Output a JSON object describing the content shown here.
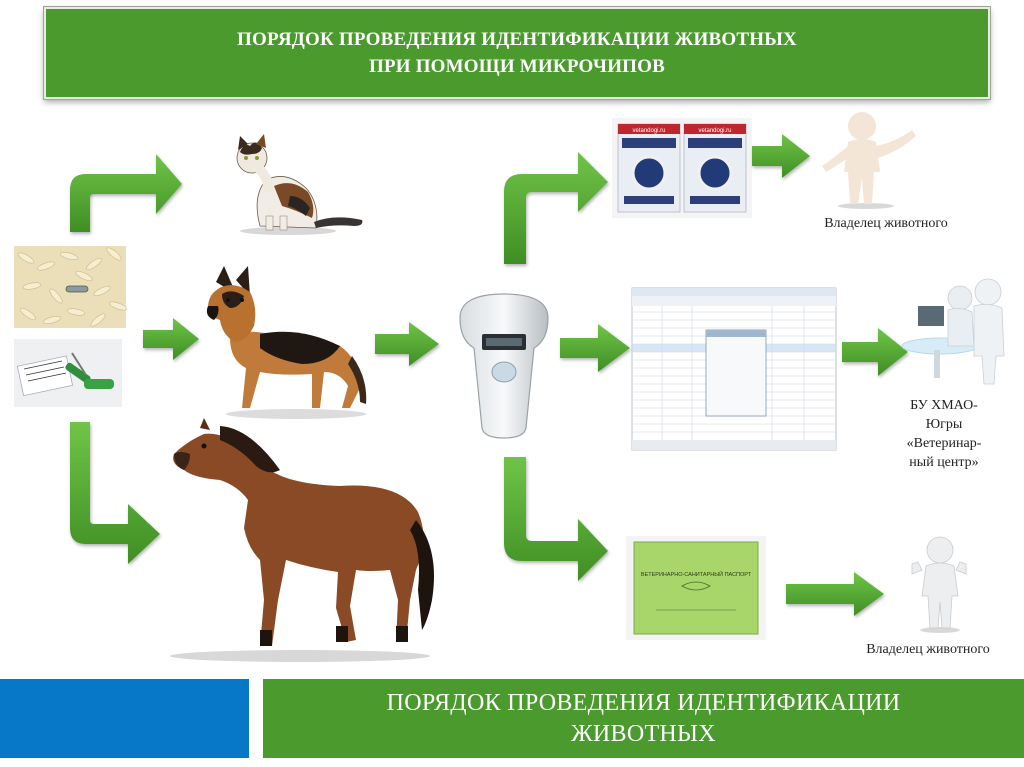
{
  "header": {
    "title_line1": "ПОРЯДОК ПРОВЕДЕНИЯ ИДЕНТИФИКАЦИИ ЖИВОТНЫХ",
    "title_line2": "ПРИ ПОМОЩИ МИКРОЧИПОВ"
  },
  "recipients": {
    "owner_top": "Владелец животного",
    "vet_center_line1": "БУ ХМАО-",
    "vet_center_line2": "Югры",
    "vet_center_line3": "«Ветеринар-",
    "vet_center_line4": "ный центр»",
    "owner_bottom": "Владелец животного"
  },
  "documents": {
    "passport_header_1": "vetandogi.ru",
    "passport_header_2": "vetandogi.ru",
    "sanitary_passport_title": "ВЕТЕРИНАРНО-САНИТАРНЫЙ ПАСПОРТ"
  },
  "footer": {
    "line1": "ПОРЯДОК ПРОВЕДЕНИЯ ИДЕНТИФИКАЦИИ",
    "line2": "ЖИВОТНЫХ"
  },
  "colors": {
    "arrow_green": "#52a932",
    "banner_green": "#4b9a2e",
    "footer_blue": "#0777c7"
  }
}
